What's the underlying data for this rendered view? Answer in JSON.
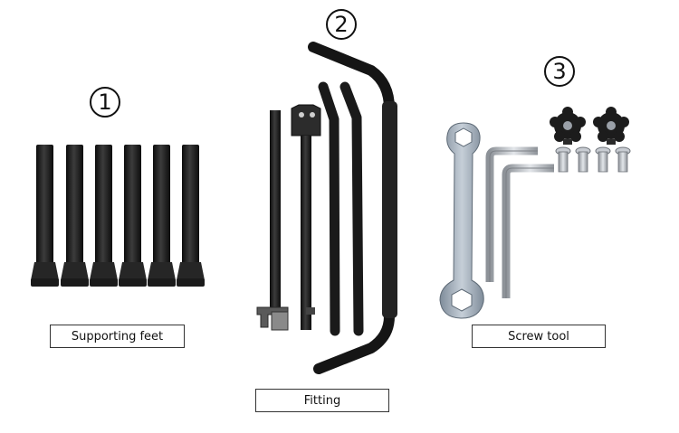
{
  "groups": [
    {
      "number": "1",
      "label": "Supporting feet"
    },
    {
      "number": "2",
      "label": "Fitting"
    },
    {
      "number": "3",
      "label": "Screw tool"
    }
  ],
  "colors": {
    "metal_dark": "#1d1d1d",
    "rubber": "#2a2a2a",
    "steel": "#b8bcc2",
    "wrench": "#9aa6b4"
  }
}
